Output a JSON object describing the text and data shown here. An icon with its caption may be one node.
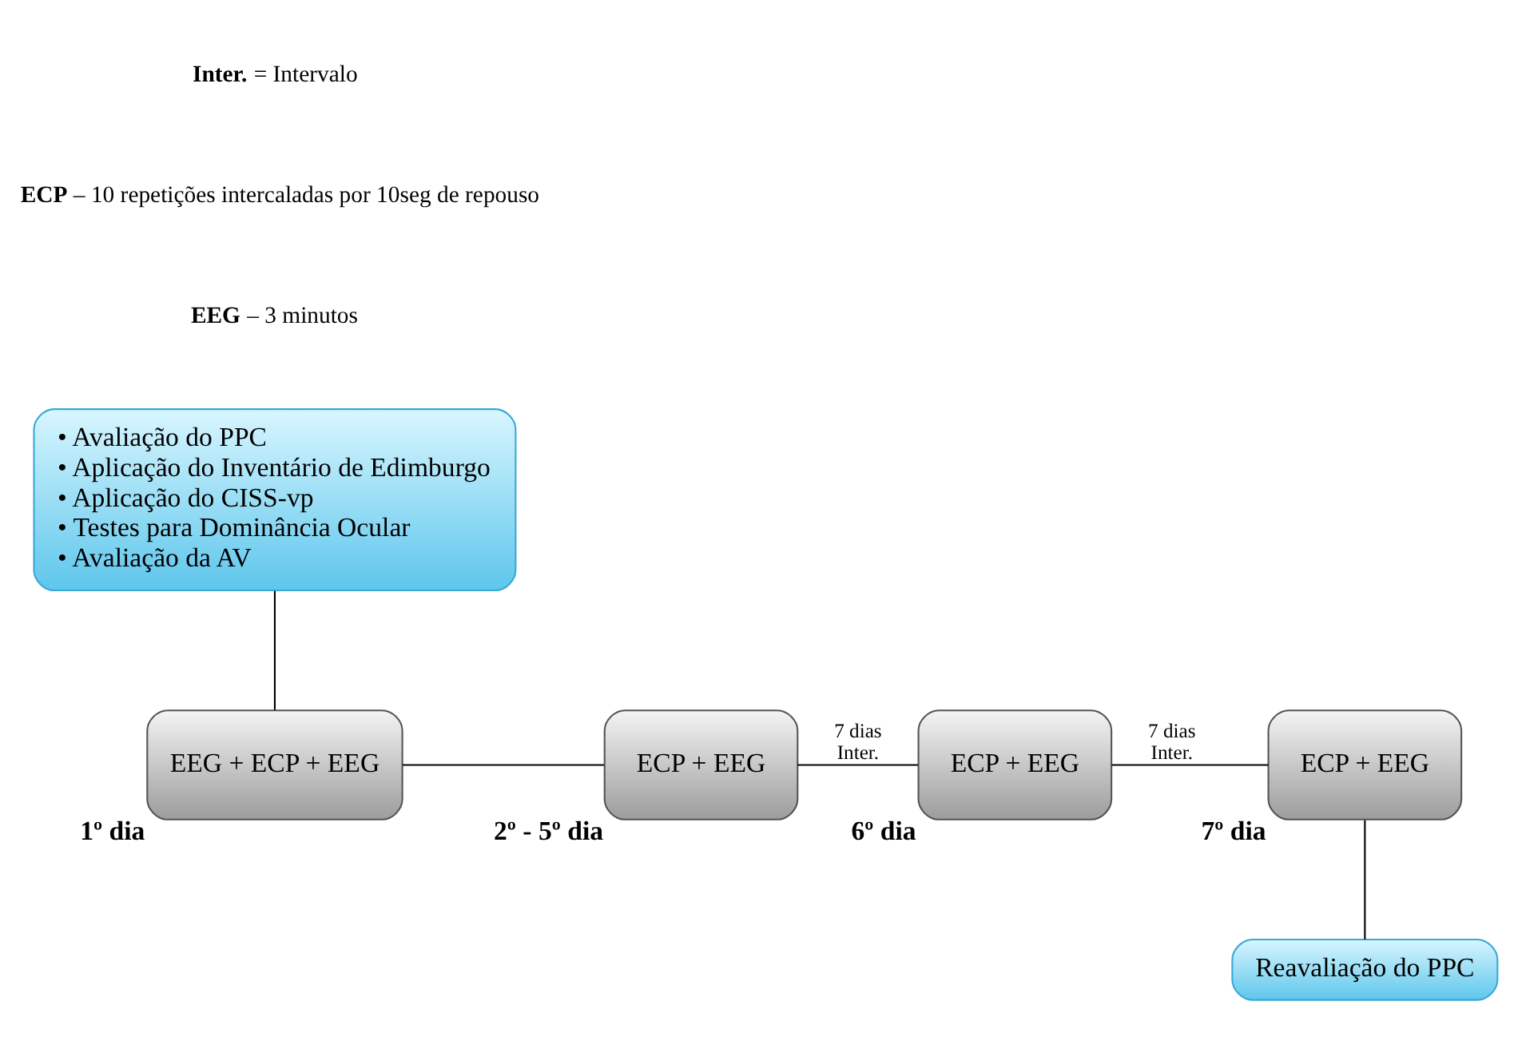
{
  "diagram": {
    "nodes": [
      {
        "text": [
          "• Avaliação do PPC",
          "• Aplicação do Inventário de Edimburgo",
          "• Aplicação do CISS-vp",
          "• Testes para Dominância Ocular",
          "• Avaliação da AV"
        ]
      },
      {
        "text": [
          "EEG + ECP + EEG"
        ],
        "beside": [
          "1º dia"
        ]
      },
      {
        "text": [
          "ECP + EEG"
        ],
        "beside": [
          "2º - 5º dia"
        ]
      },
      {
        "text": [
          "ECP + EEG"
        ],
        "beside": [
          "6º dia"
        ]
      },
      {
        "text": [
          "ECP + EEG"
        ],
        "beside": [
          "7º dia"
        ]
      },
      {
        "text": [
          "Reavaliação do PPC"
        ]
      }
    ],
    "edges": [
      {
        "from": 0,
        "to": 1,
        "arrow": "none"
      },
      {
        "from": 1,
        "to": 2,
        "arrow": "none"
      },
      {
        "from": 2,
        "to": 3,
        "arrow": "none",
        "label": "7 dias Inter."
      },
      {
        "from": 3,
        "to": 4,
        "arrow": "none",
        "label": "7 dias Inter."
      },
      {
        "from": 4,
        "to": 5,
        "arrow": "none"
      }
    ],
    "labels": [
      "**EEG** – 3 minutos",
      "**ECP** – 10 repetições intercaladas por 10seg de repouso",
      "**Inter.** = Intervalo"
    ]
  }
}
